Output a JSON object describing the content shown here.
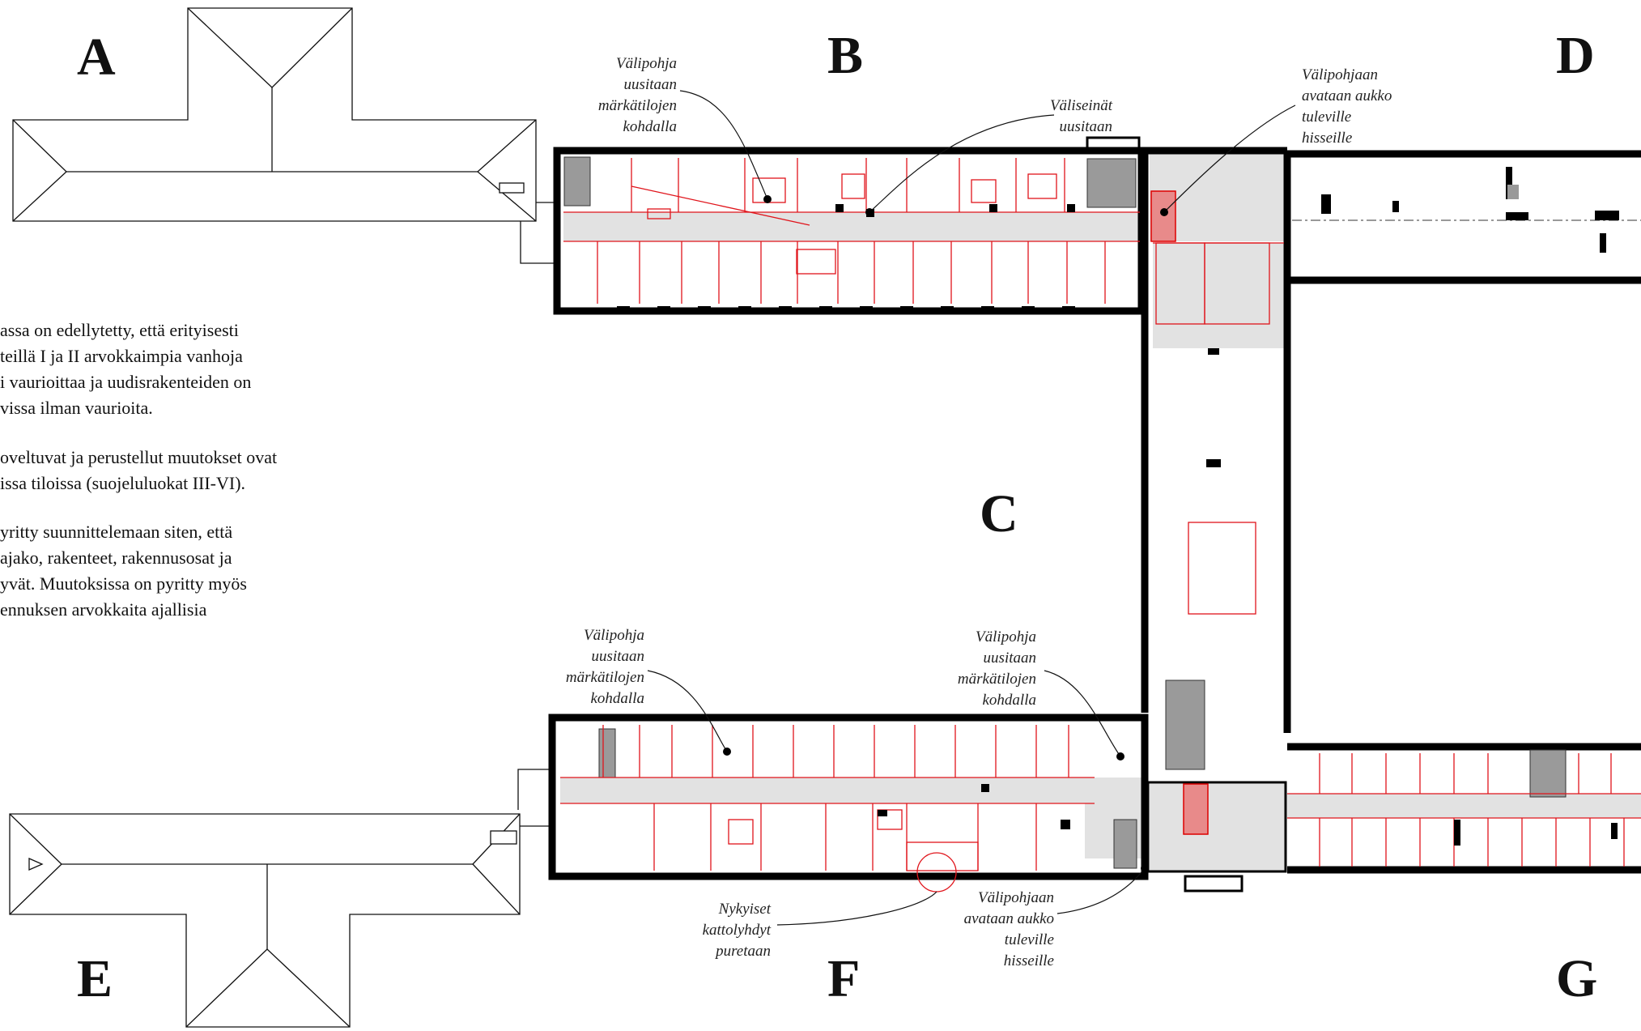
{
  "wing_letters": [
    "A",
    "B",
    "C",
    "D",
    "E",
    "F",
    "G"
  ],
  "paragraphs": [
    [
      "assa on edellytetty, että erityisesti",
      "teillä I ja II arvokkaimpia vanhoja",
      "i vaurioittaa ja uudisrakenteiden on",
      "vissa ilman vaurioita."
    ],
    [
      "oveltuvat ja perustellut muutokset ovat",
      "issa tiloissa (suojeluluokat III-VI)."
    ],
    [
      "yritty suunnittelemaan siten, että",
      "ajako, rakenteet, rakennusosat ja",
      "yvät. Muutoksissa on pyritty myös",
      "ennuksen arvokkaita ajallisia"
    ]
  ],
  "annotations": {
    "b_floor": [
      "Välipohja",
      "uusitaan",
      "märkätilojen",
      "kohdalla"
    ],
    "b_walls": [
      "Väliseinät",
      "uusitaan"
    ],
    "d_opening": [
      "Välipohjaan",
      "avataan aukko",
      "tuleville",
      "hisseille"
    ],
    "f_floor_left": [
      "Välipohja",
      "uusitaan",
      "märkätilojen",
      "kohdalla"
    ],
    "f_floor_right": [
      "Välipohja",
      "uusitaan",
      "märkätilojen",
      "kohdalla"
    ],
    "f_skylights": [
      "Nykyiset",
      "kattolyhdyt",
      "puretaan"
    ],
    "f_opening": [
      "Välipohjaan",
      "avataan aukko",
      "tuleville",
      "hisseille"
    ]
  },
  "colors": {
    "walls": "#000000",
    "changes": "#e0141b",
    "corridor": "#e2e2e2",
    "elevator_opening": "#e88a8a",
    "stairs": "#9a9a9a"
  }
}
